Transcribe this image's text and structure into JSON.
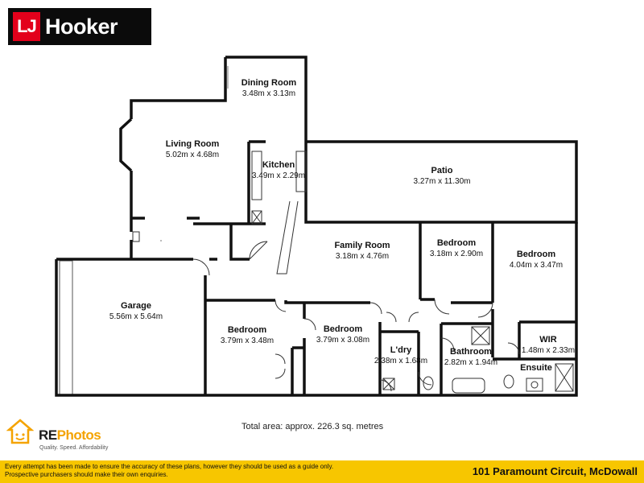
{
  "brand": {
    "logo_mark": "LJ",
    "logo_name": "Hooker"
  },
  "rooms": [
    {
      "id": "dining",
      "name": "Dining Room",
      "dims": "3.48m x 3.13m"
    },
    {
      "id": "living",
      "name": "Living Room",
      "dims": "5.02m x 4.68m"
    },
    {
      "id": "kitchen",
      "name": "Kitchen",
      "dims": "3.49m x 2.29m"
    },
    {
      "id": "patio",
      "name": "Patio",
      "dims": "3.27m x 11.30m"
    },
    {
      "id": "family",
      "name": "Family Room",
      "dims": "3.18m x 4.76m"
    },
    {
      "id": "bedroom2",
      "name": "Bedroom",
      "dims": "3.18m x 2.90m"
    },
    {
      "id": "bedroom1",
      "name": "Bedroom",
      "dims": "4.04m x 3.47m"
    },
    {
      "id": "garage",
      "name": "Garage",
      "dims": "5.56m x 5.64m"
    },
    {
      "id": "bedroom4",
      "name": "Bedroom",
      "dims": "3.79m x 3.48m"
    },
    {
      "id": "bedroom3",
      "name": "Bedroom",
      "dims": "3.79m x 3.08m"
    },
    {
      "id": "laundry",
      "name": "L'dry",
      "dims": "2.38m x 1.68m"
    },
    {
      "id": "bathroom",
      "name": "Bathroom",
      "dims": "2.82m x 1.94m"
    },
    {
      "id": "wir",
      "name": "WIR",
      "dims": "1.48m x 2.33m"
    },
    {
      "id": "ensuite",
      "name": "Ensuite",
      "dims": ""
    }
  ],
  "total_area": "Total area: approx. 226.3 sq. metres",
  "rephotos": {
    "brand_re": "RE",
    "brand_photos": "Photos",
    "tagline": "Quality. Speed. Affordability"
  },
  "footer": {
    "disclaimer": "Every attempt has been made to ensure the accuracy of these plans, however they should be used as a guide only.  Prospective purchasers should make their own enquiries.",
    "address": "101 Paramount Circuit, McDowall"
  },
  "colors": {
    "wall": "#111111",
    "footer_bg": "#f7c600",
    "logo_red": "#e3001b",
    "logo_bg": "#0b0b0b",
    "accent_orange": "#f4a300"
  }
}
